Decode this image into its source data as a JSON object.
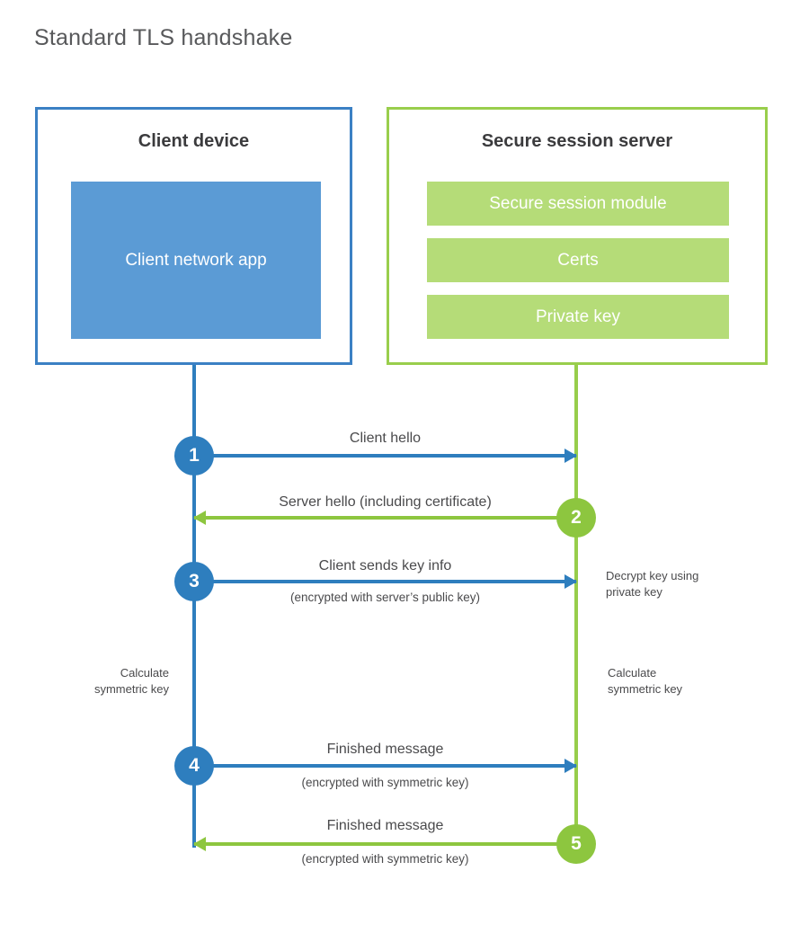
{
  "title": "Standard TLS handshake",
  "colors": {
    "client_blue": "#2e7ebe",
    "client_border": "#3b80c4",
    "client_app_fill": "#5b9bd5",
    "server_green": "#8dc63f",
    "server_border": "#99ce4c",
    "server_module_fill": "#b5dc78",
    "text": "#4a4a4c",
    "title_text": "#58595b"
  },
  "client": {
    "title": "Client device",
    "app_label": "Client network app"
  },
  "server": {
    "title": "Secure session server",
    "modules": [
      {
        "label": "Secure session module"
      },
      {
        "label": "Certs"
      },
      {
        "label": "Private key"
      }
    ]
  },
  "steps": [
    {
      "number": "1",
      "direction": "client-to-server",
      "color": "blue",
      "label": "Client hello",
      "sublabel": ""
    },
    {
      "number": "2",
      "direction": "server-to-client",
      "color": "green",
      "label": "Server hello (including certificate)",
      "sublabel": ""
    },
    {
      "number": "3",
      "direction": "client-to-server",
      "color": "blue",
      "label": "Client sends key info",
      "sublabel": "(encrypted with server’s public key)"
    },
    {
      "number": "4",
      "direction": "client-to-server",
      "color": "blue",
      "label": "Finished message",
      "sublabel": "(encrypted with symmetric key)"
    },
    {
      "number": "5",
      "direction": "server-to-client",
      "color": "green",
      "label": "Finished message",
      "sublabel": "(encrypted with symmetric key)"
    }
  ],
  "notes": {
    "decrypt_key": "Decrypt key using\nprivate key",
    "decrypt_key_line1": "Decrypt key using",
    "decrypt_key_line2": "private key",
    "calculate_client_line1": "Calculate",
    "calculate_client_line2": "symmetric key",
    "calculate_server_line1": "Calculate",
    "calculate_server_line2": "symmetric key"
  }
}
